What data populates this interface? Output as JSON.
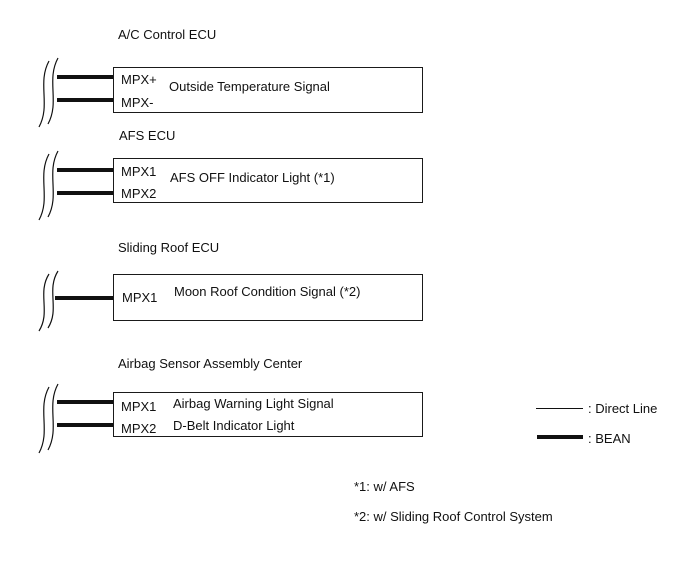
{
  "diagram": {
    "type": "multiplex-communication-wiring-diagram",
    "colors": {
      "ink": "#111111",
      "background": "#ffffff"
    },
    "blocks": [
      {
        "title": "A/C Control ECU",
        "pins": [
          {
            "pin": "MPX+",
            "signal": "Outside Temperature Signal"
          },
          {
            "pin": "MPX-",
            "signal": ""
          }
        ],
        "bus_lines": 2,
        "bus_type": "BEAN"
      },
      {
        "title": "AFS ECU",
        "pins": [
          {
            "pin": "MPX1",
            "signal": "AFS OFF Indicator Light (*1)"
          },
          {
            "pin": "MPX2",
            "signal": ""
          }
        ],
        "bus_lines": 2,
        "bus_type": "BEAN"
      },
      {
        "title": "Sliding Roof ECU",
        "pins": [
          {
            "pin": "MPX1",
            "signal": "Moon Roof Condition Signal (*2)"
          }
        ],
        "bus_lines": 1,
        "bus_type": "BEAN"
      },
      {
        "title": "Airbag Sensor Assembly Center",
        "pins": [
          {
            "pin": "MPX1",
            "signal": "Airbag Warning Light Signal"
          },
          {
            "pin": "MPX2",
            "signal": "D-Belt Indicator Light"
          }
        ],
        "bus_lines": 2,
        "bus_type": "BEAN"
      }
    ],
    "legend": [
      {
        "style": "thin",
        "label": ": Direct Line"
      },
      {
        "style": "thick",
        "label": ": BEAN"
      }
    ],
    "footnotes": [
      "*1: w/ AFS",
      "*2: w/ Sliding Roof Control System"
    ]
  }
}
